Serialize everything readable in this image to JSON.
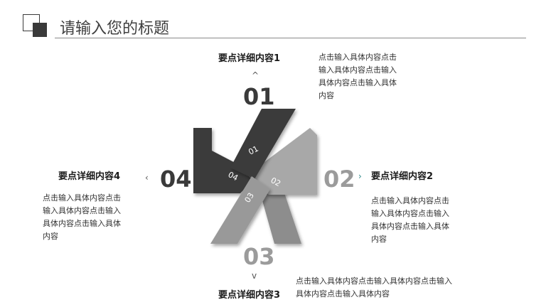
{
  "header": {
    "title": "请输入您的标题"
  },
  "items": [
    {
      "heading": "要点详细内容1",
      "number": "01",
      "band_label": "01",
      "body": [
        "点击输入具体内容点击",
        "输入具体内容点击输入",
        "具体内容点击输入具体",
        "内容"
      ]
    },
    {
      "heading": "要点详细内容2",
      "number": "02",
      "band_label": "02",
      "body": [
        "点击输入具体内容点击",
        "输入具体内容点击输入",
        "具体内容点击输入具体",
        "内容"
      ]
    },
    {
      "heading": "要点详细内容3",
      "number": "03",
      "band_label": "03",
      "body": [
        "点击输入具体内容点击输入具体内容点击输入",
        "具体内容点击输入具体内容"
      ]
    },
    {
      "heading": "要点详细内容4",
      "number": "04",
      "band_label": "04",
      "body": [
        "点击输入具体内容点击",
        "输入具体内容点击输入",
        "具体内容点击输入具体",
        "内容"
      ]
    }
  ],
  "colors": {
    "dark": "#3a3a3a",
    "mid": "#8d8d8d",
    "light": "#a8a8a8"
  }
}
